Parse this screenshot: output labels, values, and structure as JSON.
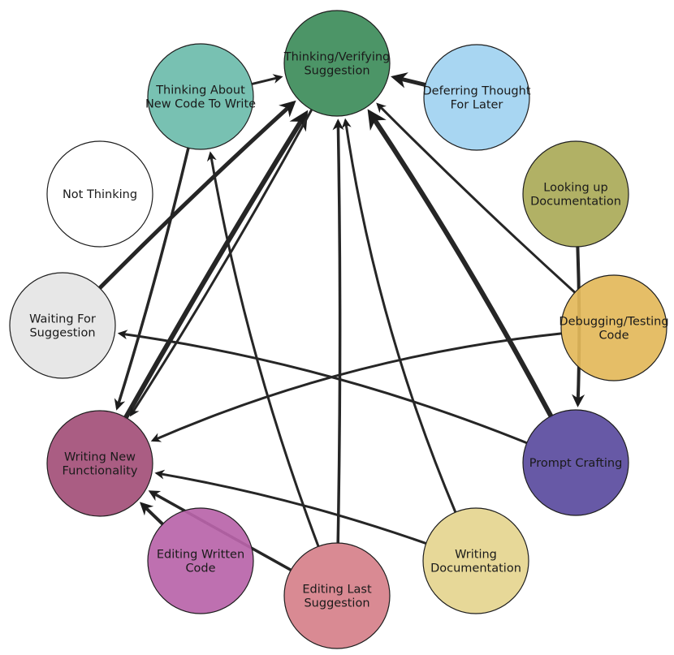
{
  "diagram": {
    "nodes": [
      {
        "id": "thinking_verifying",
        "lines": [
          "Thinking/Verifying",
          "Suggestion"
        ],
        "color": "#3d8c5a"
      },
      {
        "id": "deferring",
        "lines": [
          "Deferring Thought",
          "For Later"
        ],
        "color": "#a1d3f1"
      },
      {
        "id": "thinking_new_code",
        "lines": [
          "Thinking About",
          "New Code To Write"
        ],
        "color": "#6cbcab"
      },
      {
        "id": "not_thinking",
        "lines": [
          "Not Thinking"
        ],
        "color": "#ffffff"
      },
      {
        "id": "looking_up_docs",
        "lines": [
          "Looking up",
          "Documentation"
        ],
        "color": "#aaaa58"
      },
      {
        "id": "waiting",
        "lines": [
          "Waiting For",
          "Suggestion"
        ],
        "color": "#e5e5e5"
      },
      {
        "id": "debugging",
        "lines": [
          "Debugging/Testing",
          "Code"
        ],
        "color": "#e3b95a"
      },
      {
        "id": "writing_new",
        "lines": [
          "Writing New",
          "Functionality"
        ],
        "color": "#a34f78"
      },
      {
        "id": "prompt_crafting",
        "lines": [
          "Prompt Crafting"
        ],
        "color": "#5a4b9e"
      },
      {
        "id": "editing_written",
        "lines": [
          "Editing Written",
          "Code"
        ],
        "color": "#b964a9"
      },
      {
        "id": "writing_docs",
        "lines": [
          "Writing",
          "Documentation"
        ],
        "color": "#e5d58f"
      },
      {
        "id": "editing_last",
        "lines": [
          "Editing Last",
          "Suggestion"
        ],
        "color": "#d6808a"
      }
    ],
    "edges": [
      {
        "from": "thinking_new_code",
        "to": "thinking_verifying",
        "weight": 3
      },
      {
        "from": "deferring",
        "to": "thinking_verifying",
        "weight": 5
      },
      {
        "from": "waiting",
        "to": "thinking_verifying",
        "weight": 5
      },
      {
        "from": "writing_new",
        "to": "thinking_verifying",
        "weight": 6
      },
      {
        "from": "thinking_verifying",
        "to": "writing_new",
        "weight": 3
      },
      {
        "from": "thinking_new_code",
        "to": "writing_new",
        "weight": 3.5
      },
      {
        "from": "editing_last",
        "to": "thinking_new_code",
        "weight": 3
      },
      {
        "from": "editing_last",
        "to": "thinking_verifying",
        "weight": 3.5
      },
      {
        "from": "writing_docs",
        "to": "thinking_verifying",
        "weight": 3
      },
      {
        "from": "prompt_crafting",
        "to": "thinking_verifying",
        "weight": 6
      },
      {
        "from": "debugging",
        "to": "thinking_verifying",
        "weight": 3
      },
      {
        "from": "looking_up_docs",
        "to": "prompt_crafting",
        "weight": 4
      },
      {
        "from": "prompt_crafting",
        "to": "waiting",
        "weight": 3
      },
      {
        "from": "debugging",
        "to": "writing_new",
        "weight": 3
      },
      {
        "from": "editing_written",
        "to": "writing_new",
        "weight": 4
      },
      {
        "from": "editing_last",
        "to": "writing_new",
        "weight": 3.5
      },
      {
        "from": "writing_docs",
        "to": "writing_new",
        "weight": 3
      }
    ]
  }
}
